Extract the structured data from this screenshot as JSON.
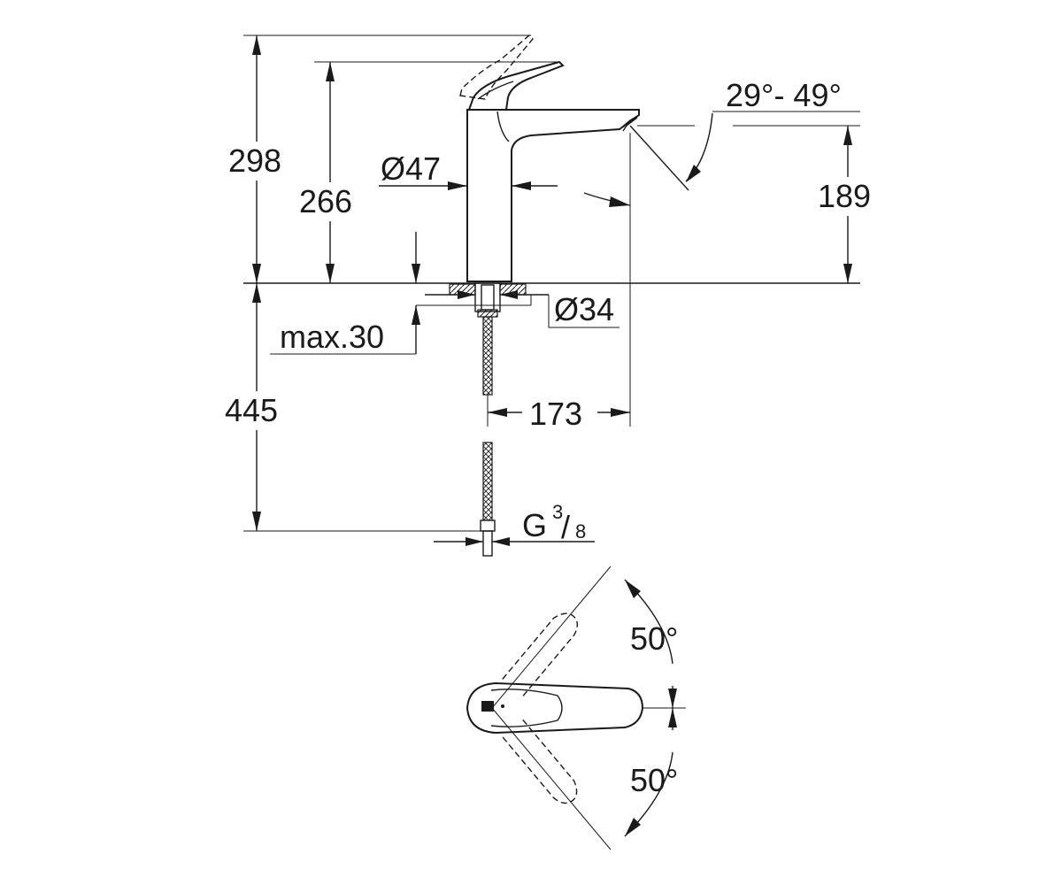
{
  "dimensions": {
    "total_height": "298",
    "spout_height": "266",
    "body_diameter": "Ø47",
    "spout_angle": "29°- 49°",
    "outlet_height": "189",
    "shank_diameter": "Ø34",
    "max_mount_thickness": "max.30",
    "hose_length": "445",
    "spout_reach": "173",
    "connection_prefix": "G",
    "connection_num": "3",
    "connection_den": "8",
    "handle_angle_back": "50°",
    "handle_angle_front": "50°"
  },
  "colors": {
    "line": "#1a1a1a",
    "background": "#ffffff"
  }
}
